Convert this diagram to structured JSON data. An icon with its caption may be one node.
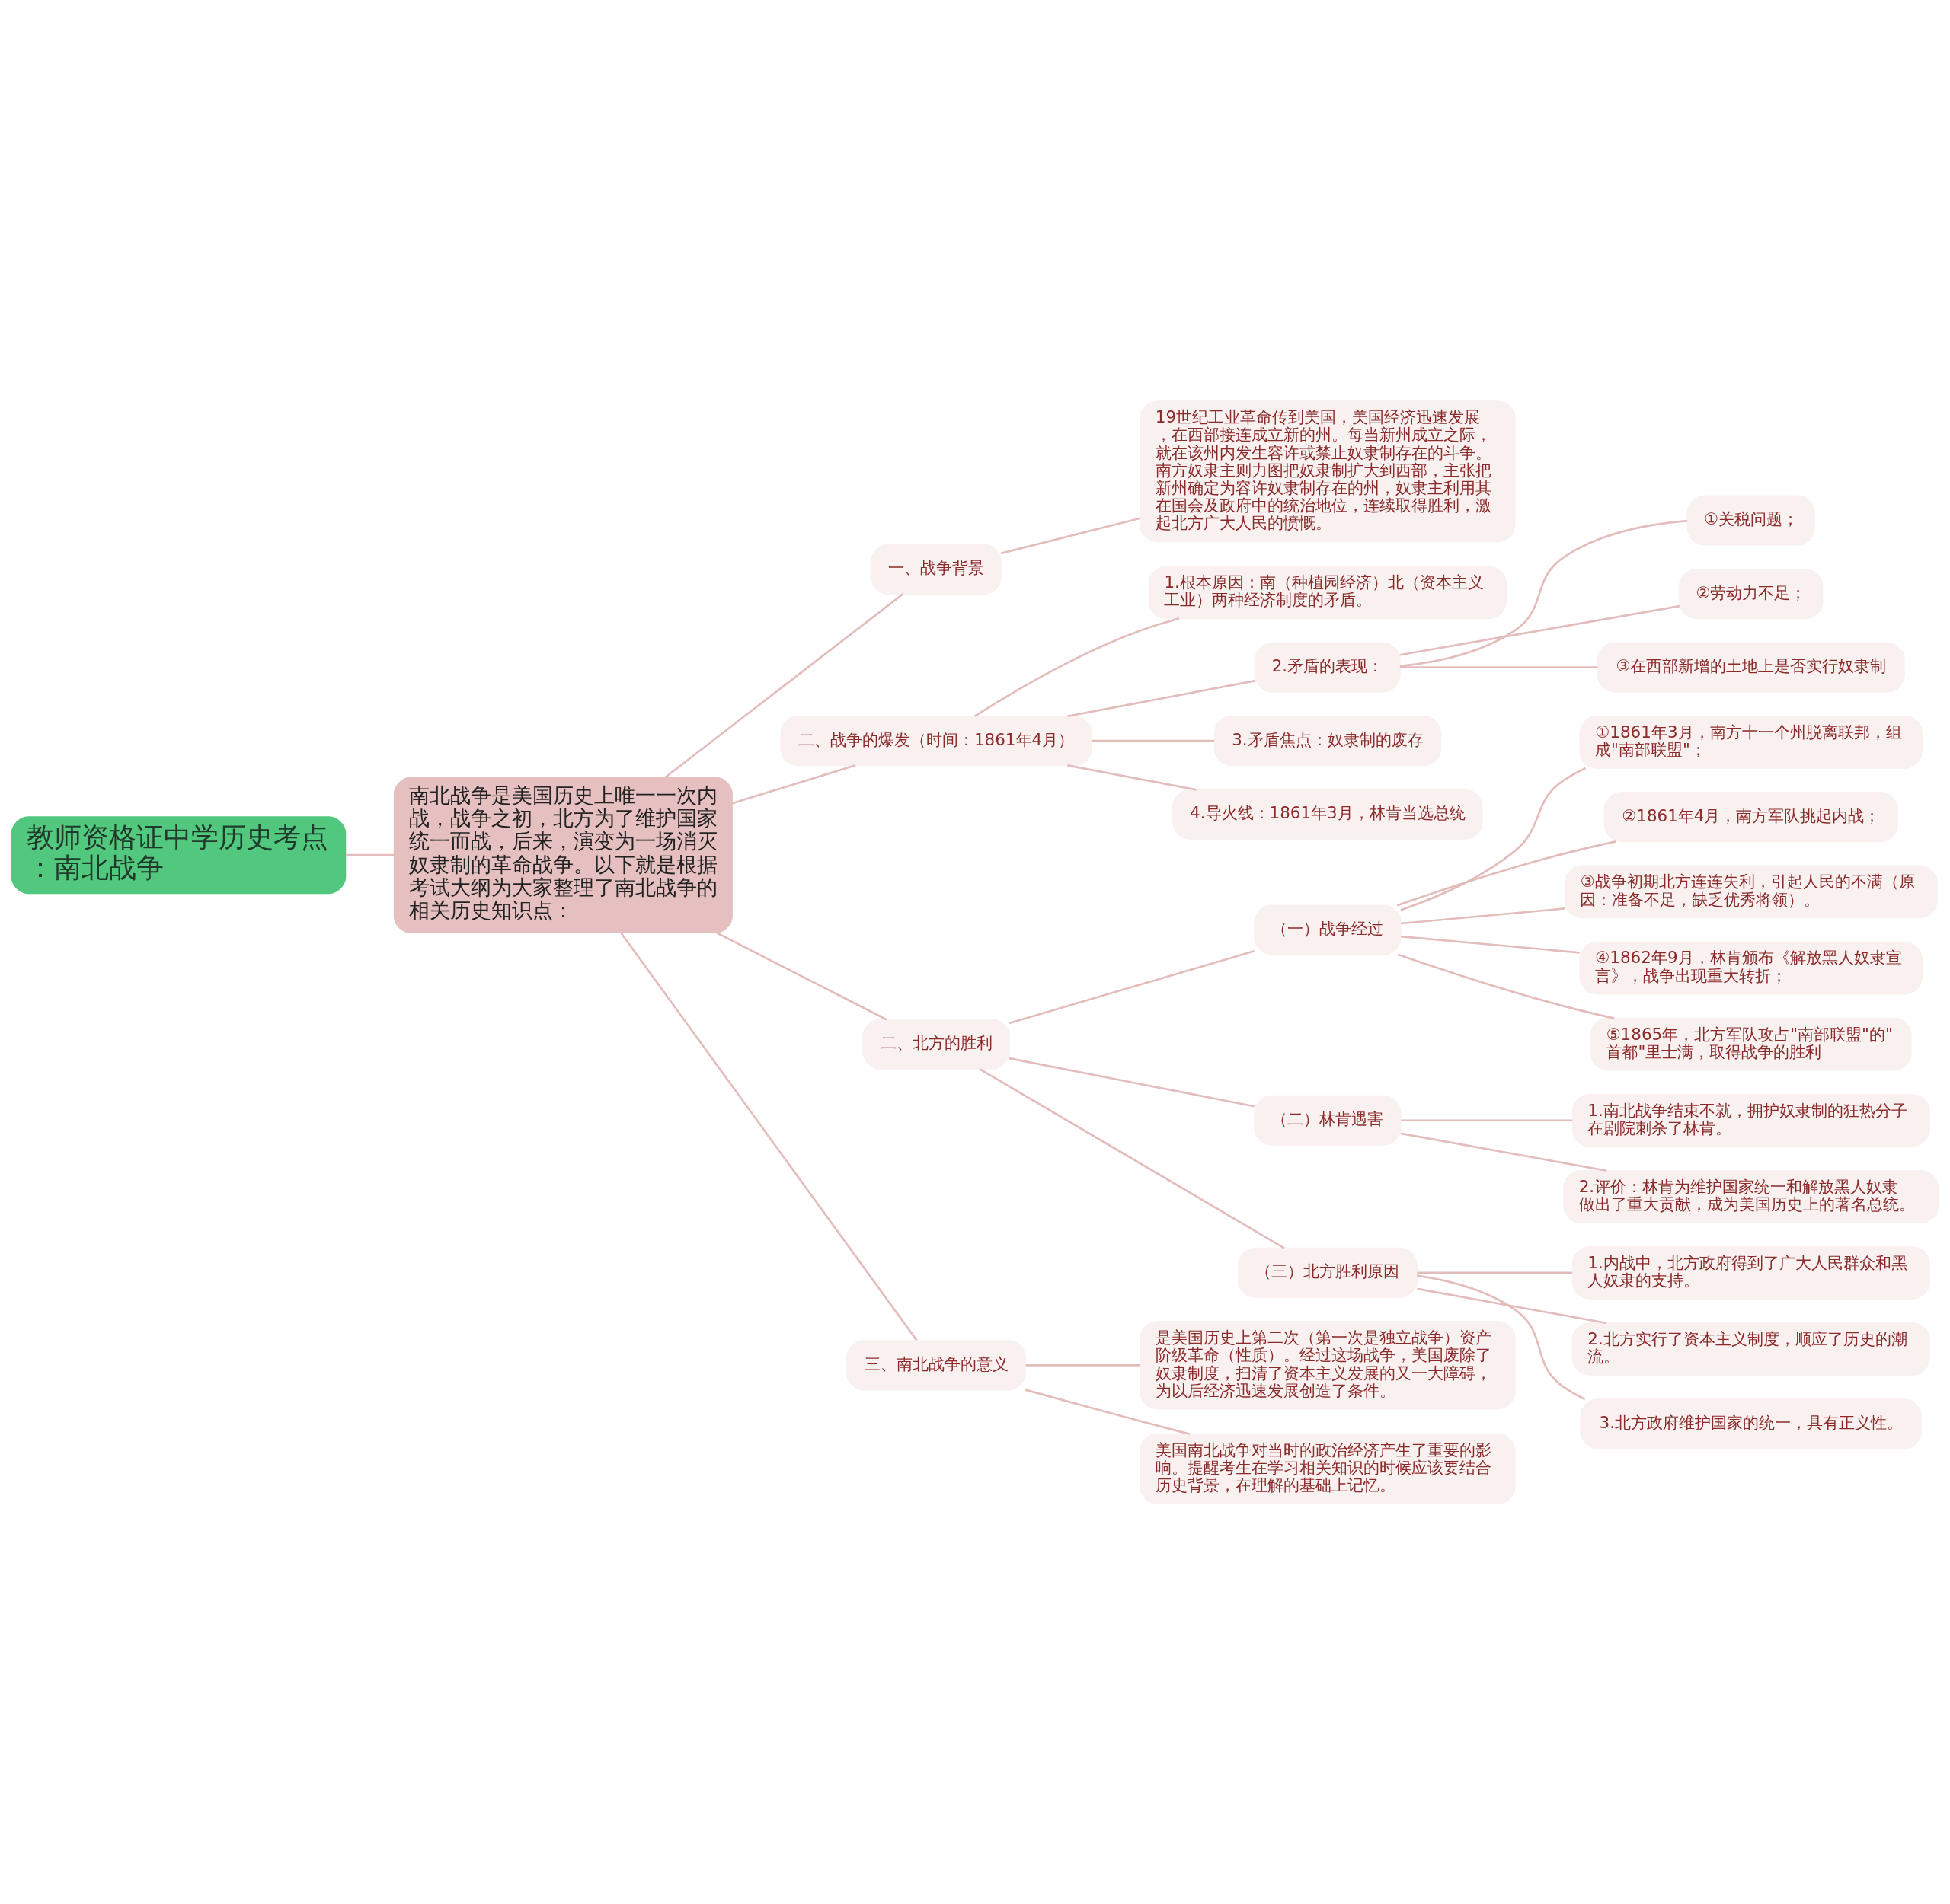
{
  "diagram": {
    "nodes": [
      {
        "text": [
          "教师资格证中学历史考点：南北战争"
        ]
      },
      {
        "text": [
          "南北战争是美国历史上唯一一次内战，战争之初，北方为了维护国家统一而战，后来，演变为一场消灭奴隶制的革命战争。以下就是根据考试大纲为大家整理了南北战争的相关历史知识点："
        ]
      },
      {
        "text": [
          "一、战争背景"
        ]
      },
      {
        "text": [
          "19世纪工业革命传到美国，美国经济迅速发展，在西部接连成立新的州。每当新州成立之际，就在该州内发生容许或禁止奴隶制存在的斗争。南方奴隶主则力图把奴隶制扩大到西部，主张把新州确定为容许奴隶制存在的州，奴隶主利用其在国会及政府中的统治地位，连续取得胜利，激起北方广大人民的愤慨。"
        ]
      },
      {
        "text": [
          "二、战争的爆发（时间：1861年4月）"
        ]
      },
      {
        "text": [
          "1.根本原因：南（种植园经济）北（资本主义工业）两种经济制度的矛盾。"
        ]
      },
      {
        "text": [
          "2.矛盾的表现："
        ]
      },
      {
        "text": [
          "①关税问题；"
        ]
      },
      {
        "text": [
          "②劳动力不足；"
        ]
      },
      {
        "text": [
          "③在西部新增的土地上是否实行奴隶制"
        ]
      },
      {
        "text": [
          "3.矛盾焦点：奴隶制的废存"
        ]
      },
      {
        "text": [
          "4.导火线：1861年3月，林肯当选总统"
        ]
      },
      {
        "text": [
          "二、北方的胜利"
        ]
      },
      {
        "text": [
          "（一）战争经过"
        ]
      },
      {
        "text": [
          "①1861年3月，南方十一个州脱离联邦，组成\"南部联盟\"；"
        ]
      },
      {
        "text": [
          "②1861年4月，南方军队挑起内战；"
        ]
      },
      {
        "text": [
          "③战争初期北方连连失利，引起人民的不满（原因：准备不足，缺乏优秀将领）。"
        ]
      },
      {
        "text": [
          "④1862年9月，林肯颁布《解放黑人奴隶宣言》，战争出现重大转折；"
        ]
      },
      {
        "text": [
          "⑤1865年，北方军队攻占\"南部联盟\"的\"首都\"里士满，取得战争的胜利"
        ]
      },
      {
        "text": [
          "（二）林肯遇害"
        ]
      },
      {
        "text": [
          "1.南北战争结束不就，拥护奴隶制的狂热分子在剧院刺杀了林肯。"
        ]
      },
      {
        "text": [
          "2.评价：林肯为维护国家统一和解放黑人奴隶做出了重大贡献，成为美国历史上的著名总统。"
        ]
      },
      {
        "text": [
          "（三）北方胜利原因"
        ]
      },
      {
        "text": [
          "1.内战中，北方政府得到了广大人民群众和黑人奴隶的支持。"
        ]
      },
      {
        "text": [
          "2.北方实行了资本主义制度，顺应了历史的潮流。"
        ]
      },
      {
        "text": [
          "3.北方政府维护国家的统一，具有正义性。"
        ]
      },
      {
        "text": [
          "三、南北战争的意义"
        ]
      },
      {
        "text": [
          "是美国历史上第二次（第一次是独立战争）资产阶级革命（性质）。经过这场战争，美国废除了奴隶制度，扫清了资本主义发展的又一大障碍，为以后经济迅速发展创造了条件。"
        ]
      },
      {
        "text": [
          "美国南北战争对当时的政治经济产生了重要的影响。提醒考生在学习相关知识的时候应该要结合历史背景，在理解的基础上记忆。"
        ]
      }
    ],
    "edges": [
      {
        "from": 0,
        "to": 1,
        "arrow": "none"
      },
      {
        "from": 1,
        "to": 2,
        "arrow": "none"
      },
      {
        "from": 2,
        "to": 3,
        "arrow": "none"
      },
      {
        "from": 1,
        "to": 4,
        "arrow": "none"
      },
      {
        "from": 4,
        "to": 5,
        "arrow": "none"
      },
      {
        "from": 4,
        "to": 6,
        "arrow": "none"
      },
      {
        "from": 6,
        "to": 7,
        "arrow": "none"
      },
      {
        "from": 6,
        "to": 8,
        "arrow": "none"
      },
      {
        "from": 6,
        "to": 9,
        "arrow": "none"
      },
      {
        "from": 4,
        "to": 10,
        "arrow": "none"
      },
      {
        "from": 4,
        "to": 11,
        "arrow": "none"
      },
      {
        "from": 1,
        "to": 12,
        "arrow": "none"
      },
      {
        "from": 12,
        "to": 13,
        "arrow": "none"
      },
      {
        "from": 13,
        "to": 14,
        "arrow": "none"
      },
      {
        "from": 13,
        "to": 15,
        "arrow": "none"
      },
      {
        "from": 13,
        "to": 16,
        "arrow": "none"
      },
      {
        "from": 13,
        "to": 17,
        "arrow": "none"
      },
      {
        "from": 13,
        "to": 18,
        "arrow": "none"
      },
      {
        "from": 12,
        "to": 19,
        "arrow": "none"
      },
      {
        "from": 19,
        "to": 20,
        "arrow": "none"
      },
      {
        "from": 19,
        "to": 21,
        "arrow": "none"
      },
      {
        "from": 12,
        "to": 22,
        "arrow": "none"
      },
      {
        "from": 22,
        "to": 23,
        "arrow": "none"
      },
      {
        "from": 22,
        "to": 24,
        "arrow": "none"
      },
      {
        "from": 22,
        "to": 25,
        "arrow": "none"
      },
      {
        "from": 1,
        "to": 26,
        "arrow": "none"
      },
      {
        "from": 26,
        "to": 27,
        "arrow": "none"
      },
      {
        "from": 26,
        "to": 28,
        "arrow": "none"
      }
    ]
  }
}
